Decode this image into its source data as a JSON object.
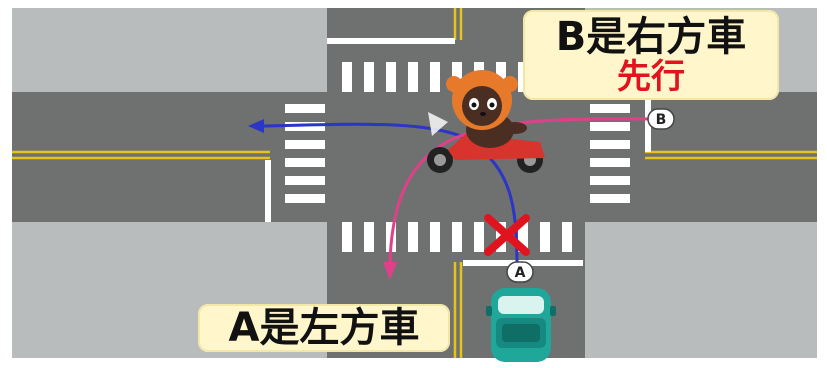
{
  "diagram": {
    "label_b_line1": "B是右方車",
    "label_b_line2": "先行",
    "label_a": "A是左方車",
    "marker_a": "A",
    "marker_b": "B"
  },
  "colors": {
    "road": "#6f7070",
    "sidewalk": "#b8bcbc",
    "lane_line_yellow": "#e5c21c",
    "crosswalk": "#ffffff",
    "path_blue": "#2b35c8",
    "path_pink": "#e0408a",
    "cross_mark": "#e0141e",
    "car": "#1fa79a",
    "label_bg": "#fff6cc",
    "first_text": "#e0141e"
  },
  "icons": [
    "scooter-rider-icon",
    "teal-car-icon",
    "red-x-mark-icon"
  ]
}
